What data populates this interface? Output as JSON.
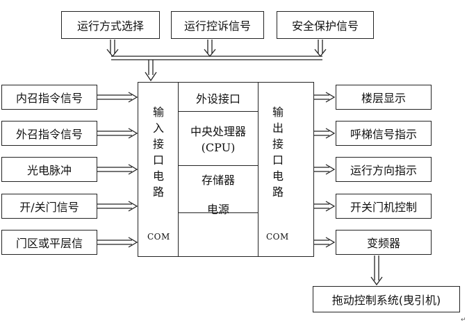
{
  "top_signals": [
    "运行方式选择",
    "运行控诉信号",
    "安全保护信号"
  ],
  "inputs": [
    "内召指令信号",
    "外召指令信号",
    "光电脉冲",
    "开/关门信号",
    "门区或平层信"
  ],
  "outputs": [
    "楼层显示",
    "呼梯信号指示",
    "运行方向指示",
    "开关门机控制",
    "变频器"
  ],
  "input_circuit": {
    "chars": [
      "输",
      "入",
      "接",
      "口",
      "电",
      "路"
    ],
    "com": "COM"
  },
  "output_circuit": {
    "chars": [
      "输",
      "出",
      "接",
      "口",
      "电",
      "路"
    ],
    "com": "COM"
  },
  "center": {
    "peripheral": "外设接口",
    "cpu_line1": "中央处理器",
    "cpu_line2": "(CPU)",
    "memory": "存储器",
    "power": "电源"
  },
  "drive_system": "拖动控制系统(曳引机)",
  "paragraph_mark": "↵"
}
